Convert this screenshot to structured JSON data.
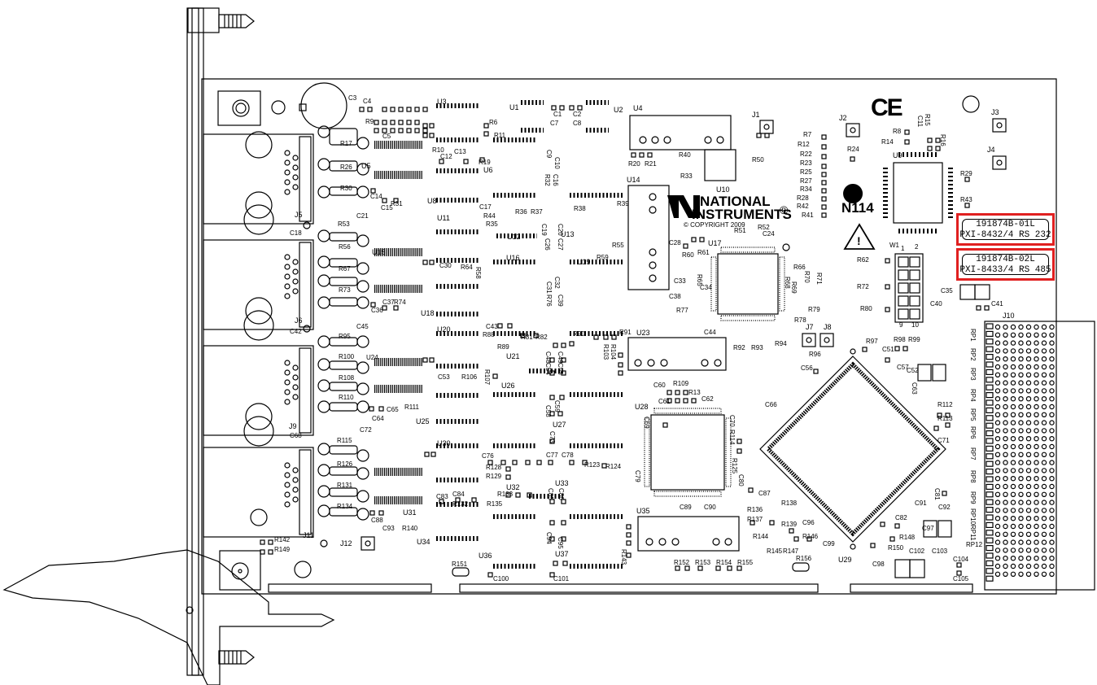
{
  "callouts": [
    {
      "line1": "191874B-01L",
      "line2": "PXI-8432/4 RS 232"
    },
    {
      "line1": "191874B-02L",
      "line2": "PXI-8433/4 RS 485"
    }
  ],
  "logo": {
    "line1": "NATIONAL",
    "line2": "INSTRUMENTS",
    "registered": "®",
    "copyright": "© COPYRIGHT 2009"
  },
  "marks": {
    "ce": "CE",
    "n114": "N114",
    "warning": "!"
  },
  "connectors": {
    "j1": "J1",
    "j2": "J2",
    "j3": "J3",
    "j4": "J4",
    "j5": "J5",
    "j6": "J6",
    "j7": "J7",
    "j8": "J8",
    "j9": "J9",
    "j10": "J10",
    "j11": "J11",
    "j12": "J12"
  },
  "chips": {
    "u1": "U1",
    "u2": "U2",
    "u3": "U3",
    "u4": "U4",
    "u5": "U5",
    "u6": "U6",
    "u8": "U8",
    "u9": "U9",
    "u10": "U10",
    "u11": "U11",
    "u12": "U12",
    "u13": "U13",
    "u14": "U14",
    "u15": "U15",
    "u16": "U16",
    "u17": "U17",
    "u18": "U18",
    "u19": "U19",
    "u20": "U20",
    "u21": "U21",
    "u23": "U23",
    "u24": "U24",
    "u25": "U25",
    "u26": "U26",
    "u27": "U27",
    "u28": "U28",
    "u29": "U29",
    "u30": "U30",
    "u31": "U31",
    "u32": "U32",
    "u33": "U33",
    "u34": "U34",
    "u35": "U35",
    "u36": "U36",
    "u37": "U37"
  },
  "labels": {
    "c3": "C3",
    "c4": "C4",
    "c5": "C5",
    "r9": "R9",
    "r17": "R17",
    "r26": "R26",
    "r30": "R30",
    "c14": "C14",
    "c15": "C15",
    "r31": "R31",
    "c21": "C21",
    "r53": "R53",
    "c18": "C18",
    "r56": "R56",
    "r67": "R67",
    "r73": "R73",
    "c36": "C36",
    "c37": "C37",
    "r74": "R74",
    "c45": "C45",
    "r95": "R95",
    "c42": "C42",
    "r100": "R100",
    "r108": "R108",
    "r110": "R110",
    "c64": "C64",
    "c65": "C65",
    "r111": "R111",
    "c72": "C72",
    "r115": "R115",
    "c68": "C68",
    "r126": "R126",
    "r131": "R131",
    "r134": "R134",
    "c88": "C88",
    "c93": "C93",
    "r140": "R140",
    "r142": "R142",
    "r149": "R149",
    "r6": "R6",
    "r11": "R11",
    "r10": "R10",
    "c12": "C12",
    "c13": "C13",
    "r19": "R19",
    "c1": "C1",
    "c7": "C7",
    "c2": "C2",
    "c8": "C8",
    "c9": "C9",
    "c10": "C10",
    "r32": "R32",
    "c16": "C16",
    "r20": "R20",
    "r21": "R21",
    "r40": "R40",
    "r50": "R50",
    "r33": "R33",
    "r38": "R38",
    "r39": "R39",
    "c17": "C17",
    "r44": "R44",
    "r35": "R35",
    "r36": "R36",
    "r37": "R37",
    "c19": "C19",
    "c20": "C20",
    "c26": "C26",
    "c27": "C27",
    "c30": "C30",
    "r64": "R64",
    "r58": "R58",
    "c32": "C32",
    "c31": "C31",
    "r76": "R76",
    "c39": "C39",
    "r55": "R55",
    "r59": "R59",
    "c43": "C43",
    "r88": "R88",
    "r81": "R81",
    "r82": "R82",
    "r89": "R89",
    "r90": "R90",
    "r91": "R91",
    "c48": "C48",
    "c49": "C49",
    "c54": "C54",
    "c55": "C55",
    "r104": "R104",
    "r103": "R103",
    "c53": "C53",
    "r106": "R106",
    "r107": "R107",
    "c58": "C58",
    "c59": "C59",
    "c73": "C73",
    "c76": "C76",
    "c77": "C77",
    "c78": "C78",
    "r128": "R128",
    "r129": "R129",
    "r123": "R123",
    "r124": "R124",
    "c84": "C84",
    "c83": "C83",
    "r132": "R132",
    "r133": "R133",
    "r135": "R135",
    "c85": "C85",
    "c86": "C86",
    "c94": "C94",
    "c95": "C95",
    "r143": "R143",
    "r151": "R151",
    "c100": "C100",
    "c101": "C101",
    "r152": "R152",
    "r153": "R153",
    "r154": "R154",
    "r155": "R155",
    "r156": "R156",
    "r7": "R7",
    "r12": "R12",
    "r22": "R22",
    "r23": "R23",
    "r25": "R25",
    "r27": "R27",
    "r34": "R34",
    "r28": "R28",
    "r42": "R42",
    "r41": "R41",
    "r24": "R24",
    "r8": "R8",
    "r14": "R14",
    "c11": "C11",
    "r15": "R15",
    "r16": "R16",
    "r29": "R29",
    "r43": "R43",
    "r51": "R51",
    "r52": "R52",
    "c24": "C24",
    "c28": "C28",
    "r60": "R60",
    "r61": "R61",
    "r65": "R65",
    "r66": "R66",
    "r70": "R70",
    "r71": "R71",
    "r69": "R69",
    "r68": "R68",
    "c33": "C33",
    "c34": "C34",
    "c38": "C38",
    "r77": "R77",
    "r78": "R78",
    "r79": "R79",
    "c44": "C44",
    "r92": "R92",
    "r93": "R93",
    "r94": "R94",
    "r62": "R62",
    "w1": "W1",
    "w1_1": "1",
    "w1_2": "2",
    "w1_9": "9",
    "w1_10": "10",
    "r72": "R72",
    "r80": "R80",
    "c35": "C35",
    "c40": "C40",
    "c41": "C41",
    "r97": "R97",
    "r98": "R98",
    "r99": "R99",
    "r96": "R96",
    "c51": "C51",
    "c52": "C52",
    "c56": "C56",
    "c57": "C57",
    "c63": "C63",
    "c60": "C60",
    "r109": "R109",
    "r13": "R13",
    "c61": "C61",
    "c62": "C62",
    "c66": "C66",
    "r112": "R112",
    "r113": "R113",
    "c71": "C71",
    "c69": "C69",
    "c70": "C70",
    "r114": "R114",
    "r125": "R125",
    "c80": "C80",
    "c79": "C79",
    "c89": "C89",
    "c90": "C90",
    "c87": "C87",
    "r136": "R136",
    "r137": "R137",
    "r138": "R138",
    "r139": "R139",
    "c96": "C96",
    "r146": "R146",
    "r144": "R144",
    "r145": "R145",
    "r147": "R147",
    "c99": "C99",
    "c91": "C91",
    "c92": "C92",
    "c97": "C97",
    "c81": "C81",
    "c82": "C82",
    "r148": "R148",
    "r150": "R150",
    "c98": "C98",
    "c102": "C102",
    "c103": "C103",
    "c104": "C104",
    "c105": "C105",
    "rp1": "RP1",
    "rp2": "RP2",
    "rp3": "RP3",
    "rp4": "RP4",
    "rp5": "RP5",
    "rp6": "RP6",
    "rp7": "RP7",
    "rp8": "RP8",
    "rp9": "RP9",
    "rp10": "RP10",
    "rp11": "RP11",
    "rp12": "RP12"
  }
}
